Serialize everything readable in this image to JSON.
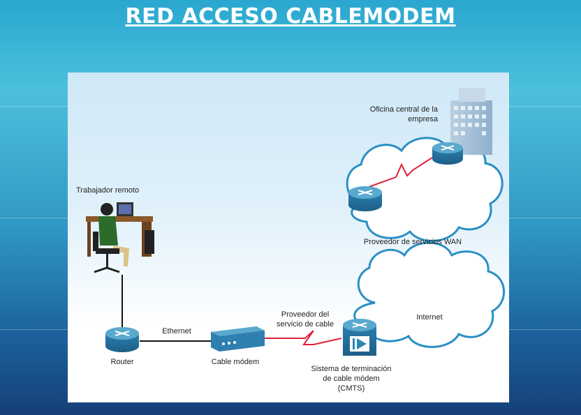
{
  "slide": {
    "title": "RED ACCESO CABLEMODEM"
  },
  "diagram": {
    "labels": {
      "remote_worker": "Trabajador remoto",
      "central_office_line1": "Oficina central de la",
      "central_office_line2": "empresa",
      "wan_provider": "Proveedor de servicios WAN",
      "internet": "Internet",
      "cable_provider_line1": "Proveedor del",
      "cable_provider_line2": "servicio de cable",
      "ethernet": "Ethernet",
      "router": "Router",
      "cable_modem": "Cable módem",
      "cmts_line1": "Sistema de terminación",
      "cmts_line2": "de cable módem",
      "cmts_line3": "(CMTS)"
    },
    "colors": {
      "router_body": "#2e86b2",
      "router_top": "#5aa9cf",
      "serial_link": "#e0203a",
      "ethernet_link": "#111111",
      "cloud_stroke": "#2a8fc4",
      "modem_body": "#2f7fb0"
    },
    "icons": [
      "router-icon",
      "cable-modem-icon",
      "cmts-icon",
      "building-icon",
      "remote-worker-icon",
      "cloud-icon"
    ]
  }
}
